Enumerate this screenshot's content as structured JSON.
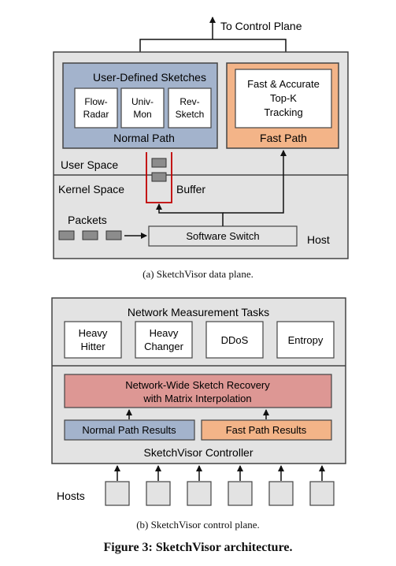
{
  "data_plane": {
    "to_control_plane": "To Control Plane",
    "user_defined_sketches": "User-Defined Sketches",
    "sketches": [
      {
        "line1": "Flow-",
        "line2": "Radar"
      },
      {
        "line1": "Univ-",
        "line2": "Mon"
      },
      {
        "line1": "Rev-",
        "line2": "Sketch"
      }
    ],
    "normal_path": "Normal Path",
    "fast_path_box": {
      "line1": "Fast & Accurate",
      "line2": "Top-K",
      "line3": "Tracking"
    },
    "fast_path": "Fast Path",
    "user_space": "User Space",
    "kernel_space": "Kernel Space",
    "buffer": "Buffer",
    "packets": "Packets",
    "software_switch": "Software Switch",
    "host": "Host",
    "caption": "(a)  SketchVisor data plane."
  },
  "control_plane": {
    "network_measurement_tasks": "Network Measurement Tasks",
    "tasks": [
      {
        "line1": "Heavy",
        "line2": "Hitter"
      },
      {
        "line1": "Heavy",
        "line2": "Changer"
      },
      {
        "line1": "DDoS",
        "line2": ""
      },
      {
        "line1": "Entropy",
        "line2": ""
      }
    ],
    "recovery": {
      "line1": "Network-Wide Sketch Recovery",
      "line2": "with Matrix Interpolation"
    },
    "normal_path_results": "Normal Path Results",
    "fast_path_results": "Fast Path Results",
    "controller": "SketchVisor Controller",
    "hosts": "Hosts",
    "caption": "(b)  SketchVisor control plane."
  },
  "figure_caption": "Figure 3: SketchVisor architecture.",
  "colors": {
    "panel_gray": "#e3e3e3",
    "normal_blue": "#a3b3cc",
    "fast_orange": "#f3b488",
    "recovery_red": "#dd9794",
    "buffer_red": "#c00000",
    "packet_gray": "#8c8c8c"
  }
}
